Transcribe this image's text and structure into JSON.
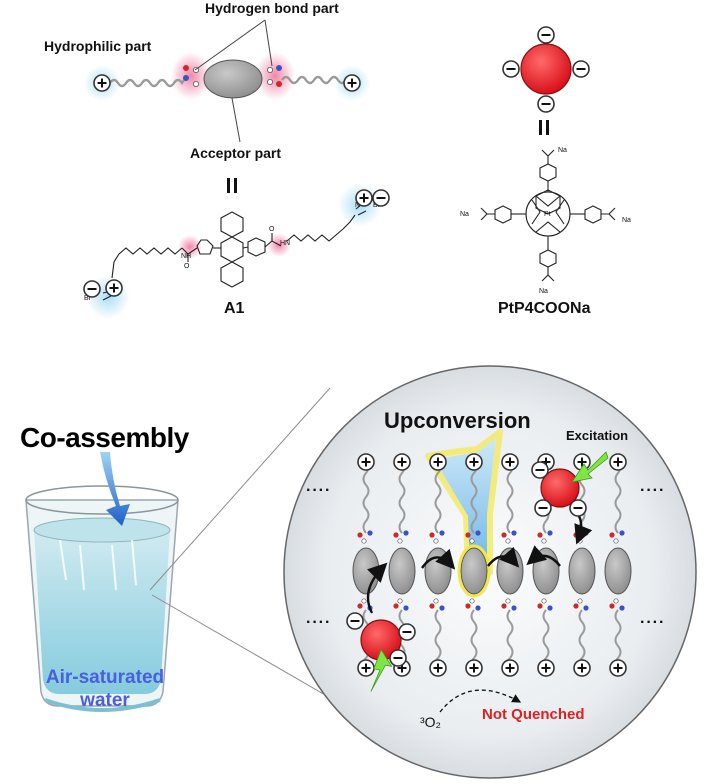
{
  "labels": {
    "hydrogen_bond_part": "Hydrogen bond part",
    "hydrophilic_part": "Hydrophilic part",
    "acceptor_part": "Acceptor part",
    "equals_left": "II",
    "equals_right": "II",
    "compound_a1": "A1",
    "compound_pt": "PtP4COONa",
    "co_assembly": "Co-assembly",
    "air_saturated_line1": "Air-saturated",
    "air_saturated_line2": "water",
    "upconversion": "Upconversion",
    "excitation": "Excitation",
    "oxygen": "³O₂",
    "not_quenched": "Not Quenched",
    "dots": "····"
  },
  "chem": {
    "amide_nh": "NH",
    "amide_o": "O",
    "hn": "HN",
    "br": "Br",
    "n": "N",
    "na": "Na",
    "pt": "Pt"
  },
  "colors": {
    "acceptor_gray": "#a9a9a9",
    "donor_red": "#e8202a",
    "hbond_pink": "#f07aa0",
    "hydrophilic_blue": "#bfe6f6",
    "not_quenched_red": "#e02020",
    "water_blue": "#4466dd",
    "upconversion_glow": "#fff56a",
    "excitation_green": "#6fe23a"
  },
  "icons": [
    "plus-charge-icon",
    "minus-charge-icon",
    "curved-arrow-icon",
    "beaker-icon",
    "zoom-circle-icon"
  ]
}
